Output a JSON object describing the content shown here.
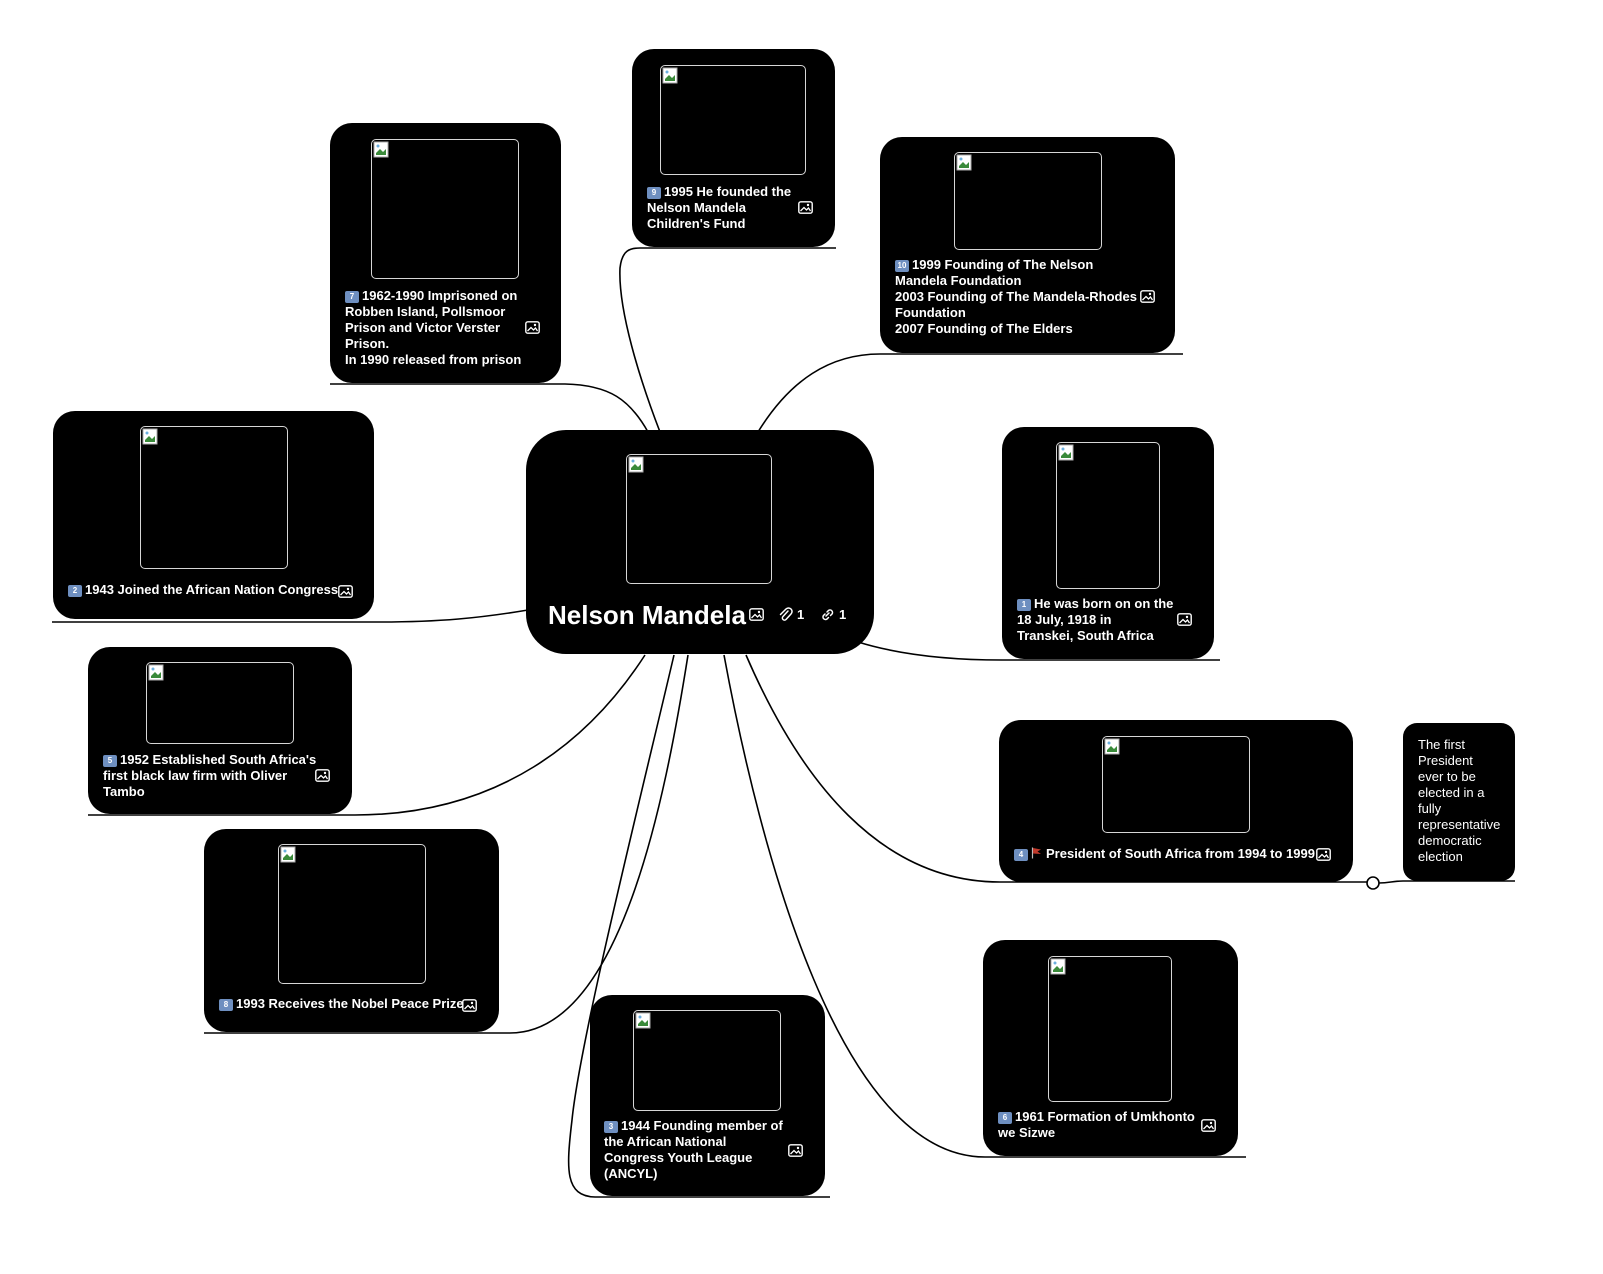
{
  "central": {
    "title": "Nelson Mandela",
    "attachment_count": "1",
    "link_count": "1"
  },
  "nodes": [
    {
      "id": "born",
      "number": "1",
      "text": "He was born on on the\n18 July, 1918 in\nTranskei, South Africa"
    },
    {
      "id": "anc",
      "number": "2",
      "text": "1943 Joined the African Nation Congress"
    },
    {
      "id": "ancyl",
      "number": "3",
      "text": "1944 Founding member of\nthe African National\nCongress Youth League\n(ANCYL)"
    },
    {
      "id": "president",
      "number": "4",
      "flag": true,
      "text": "President of South Africa from 1994 to 1999"
    },
    {
      "id": "lawfirm",
      "number": "5",
      "text": "1952 Established South Africa's\nfirst black law firm with Oliver\nTambo"
    },
    {
      "id": "umkhonto",
      "number": "6",
      "text": "1961  Formation of  Umkhonto\nwe Sizwe"
    },
    {
      "id": "prison",
      "number": "7",
      "text": "1962-1990 Imprisoned on\nRobben Island, Pollsmoor\nPrison and Victor Verster\nPrison.\nIn 1990 released from prison"
    },
    {
      "id": "nobel",
      "number": "8",
      "text": "1993 Receives the Nobel Peace Prize"
    },
    {
      "id": "childfund",
      "number": "9",
      "text": "1995 He founded the\nNelson Mandela\nChildren's Fund"
    },
    {
      "id": "foundation",
      "number": "10",
      "text": "1999 Founding of The Nelson\nMandela Foundation\n2003 Founding of The Mandela-Rhodes\nFoundation\n2007 Founding of The Elders"
    }
  ],
  "note": {
    "text": "The first\nPresident\never to be\nelected in a\nfully\nrepresentative\ndemocratic\nelection"
  },
  "colors": {
    "node_bg": "#000000",
    "badge": "#6e8fc0",
    "flag": "#c0392b",
    "edge": "#000000"
  },
  "icons": {
    "image": "image-icon",
    "attachment": "paperclip-icon",
    "link": "link-icon",
    "broken_image": "broken-image-icon"
  }
}
